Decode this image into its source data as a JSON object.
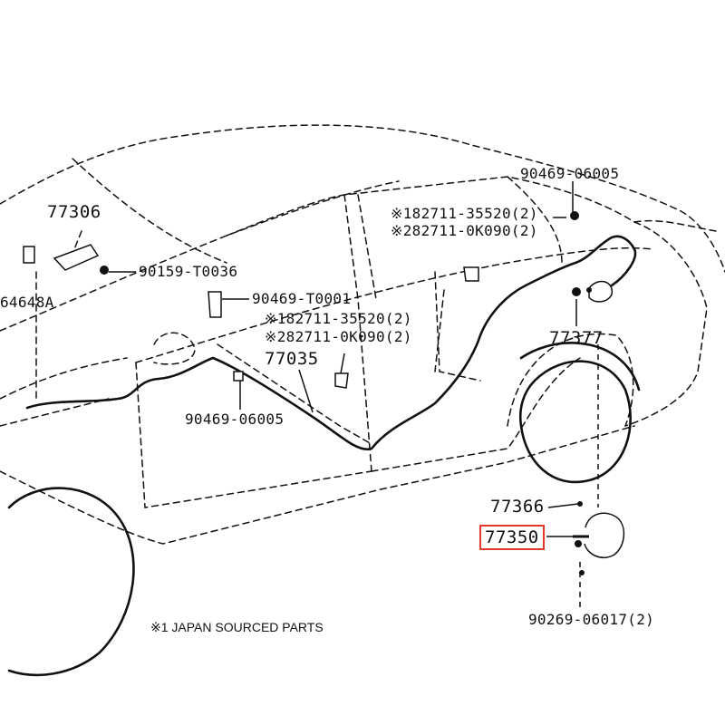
{
  "diagram": {
    "highlight_color": "#e23a2a",
    "line_color": "#111111",
    "footnote": "※1 JAPAN SOURCED PARTS",
    "parts": {
      "p77306": "77306",
      "p64648a": "64648A",
      "p90159": "90159-T0036",
      "p90469_t0001": "90469-T0001",
      "p82711_a1": "※182711-35520(2)",
      "p82711_a2": "※282711-0K090(2)",
      "p77035": "77035",
      "p90469_06005_a": "90469-06005",
      "p90469_06005_b": "90469-06005",
      "p82711_b1": "※182711-35520(2)",
      "p82711_b2": "※282711-0K090(2)",
      "p77377": "77377",
      "p77366": "77366",
      "p77350": "77350",
      "p90269": "90269-06017(2)"
    }
  }
}
